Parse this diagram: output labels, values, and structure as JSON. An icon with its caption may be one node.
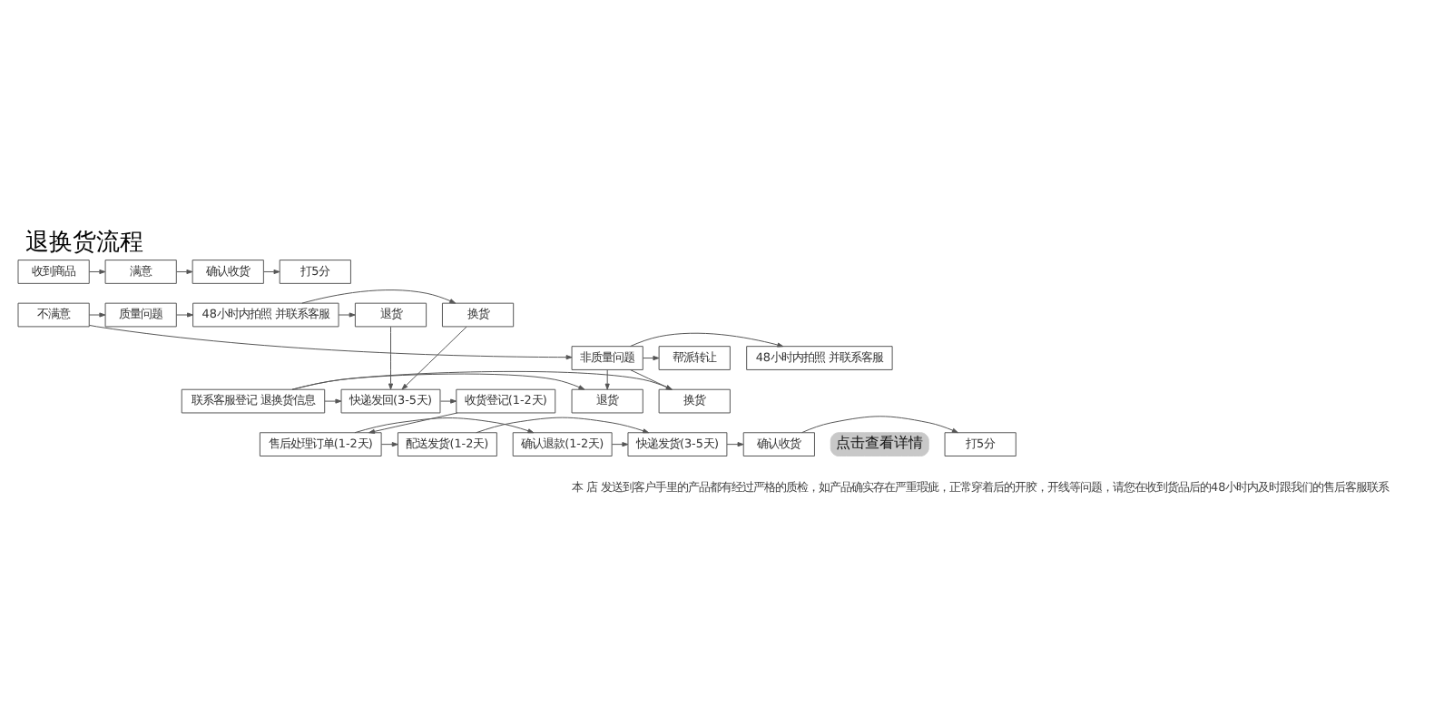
{
  "diagram": {
    "title": "退换货流程",
    "nodes": [
      {
        "text": [
          "收到商品"
        ]
      },
      {
        "text": [
          "满意"
        ]
      },
      {
        "text": [
          "确认收货"
        ]
      },
      {
        "text": [
          "打5分"
        ]
      },
      {
        "text": [
          "不满意"
        ]
      },
      {
        "text": [
          "质量问题"
        ]
      },
      {
        "text": [
          "非质量问题"
        ]
      },
      {
        "text": [
          "48小时内拍照 并联系客服"
        ]
      },
      {
        "text": [
          "换货"
        ]
      },
      {
        "text": [
          "退货"
        ]
      },
      {
        "text": [
          "48小时内拍照 并联系客服"
        ]
      },
      {
        "text": [
          "帮派转让"
        ]
      },
      {
        "text": [
          "退货"
        ]
      },
      {
        "text": [
          "换货"
        ]
      },
      {
        "text": [
          "联系客服登记 退换货信息"
        ]
      },
      {
        "text": [
          "快递发回(3-5天)"
        ]
      },
      {
        "text": [
          "收货登记(1-2天)"
        ]
      },
      {
        "text": [
          "售后处理订单(1-2天)"
        ]
      },
      {
        "text": [
          "确认退款(1-2天)"
        ]
      },
      {
        "text": [
          "配送发货(1-2天)"
        ]
      },
      {
        "text": [
          "快递发货(3-5天)"
        ]
      },
      {
        "text": [
          "确认收货"
        ]
      },
      {
        "text": [
          "打5分"
        ]
      }
    ],
    "edges": [
      {
        "from": 0,
        "to": 1,
        "arrow": "to"
      },
      {
        "from": 1,
        "to": 2,
        "arrow": "to"
      },
      {
        "from": 2,
        "to": 3,
        "arrow": "to"
      },
      {
        "from": 4,
        "to": 5,
        "arrow": "to"
      },
      {
        "from": 4,
        "to": 6,
        "arrow": "to"
      },
      {
        "from": 5,
        "to": 7,
        "arrow": "to"
      },
      {
        "from": 7,
        "to": 8,
        "arrow": "to"
      },
      {
        "from": 7,
        "to": 9,
        "arrow": "to"
      },
      {
        "from": 8,
        "to": 15,
        "arrow": "to"
      },
      {
        "from": 9,
        "to": 15,
        "arrow": "to"
      },
      {
        "from": 6,
        "to": 10,
        "arrow": "to"
      },
      {
        "from": 6,
        "to": 11,
        "arrow": "to"
      },
      {
        "from": 6,
        "to": 12,
        "arrow": "to"
      },
      {
        "from": 6,
        "to": 13,
        "arrow": "to"
      },
      {
        "from": 14,
        "to": 12,
        "arrow": "to"
      },
      {
        "from": 14,
        "to": 13,
        "arrow": "to"
      },
      {
        "from": 14,
        "to": 15,
        "arrow": "to"
      },
      {
        "from": 15,
        "to": 16,
        "arrow": "to"
      },
      {
        "from": 16,
        "to": 17,
        "arrow": "to"
      },
      {
        "from": 17,
        "to": 18,
        "arrow": "to"
      },
      {
        "from": 17,
        "to": 19,
        "arrow": "to"
      },
      {
        "from": 18,
        "to": 20,
        "arrow": "to"
      },
      {
        "from": 19,
        "to": 20,
        "arrow": "to"
      },
      {
        "from": 20,
        "to": 21,
        "arrow": "to"
      },
      {
        "from": 21,
        "to": 22,
        "arrow": "to"
      }
    ],
    "labels": [
      "点击查看详情",
      "本 店 发送到客户手里的产品都有经过严格的质检，如产品确实存在严重瑕疵，正常穿着后的开胶，开线等问题，请您在收到货品后的48小时内及时跟我们的售后客服联系"
    ]
  }
}
